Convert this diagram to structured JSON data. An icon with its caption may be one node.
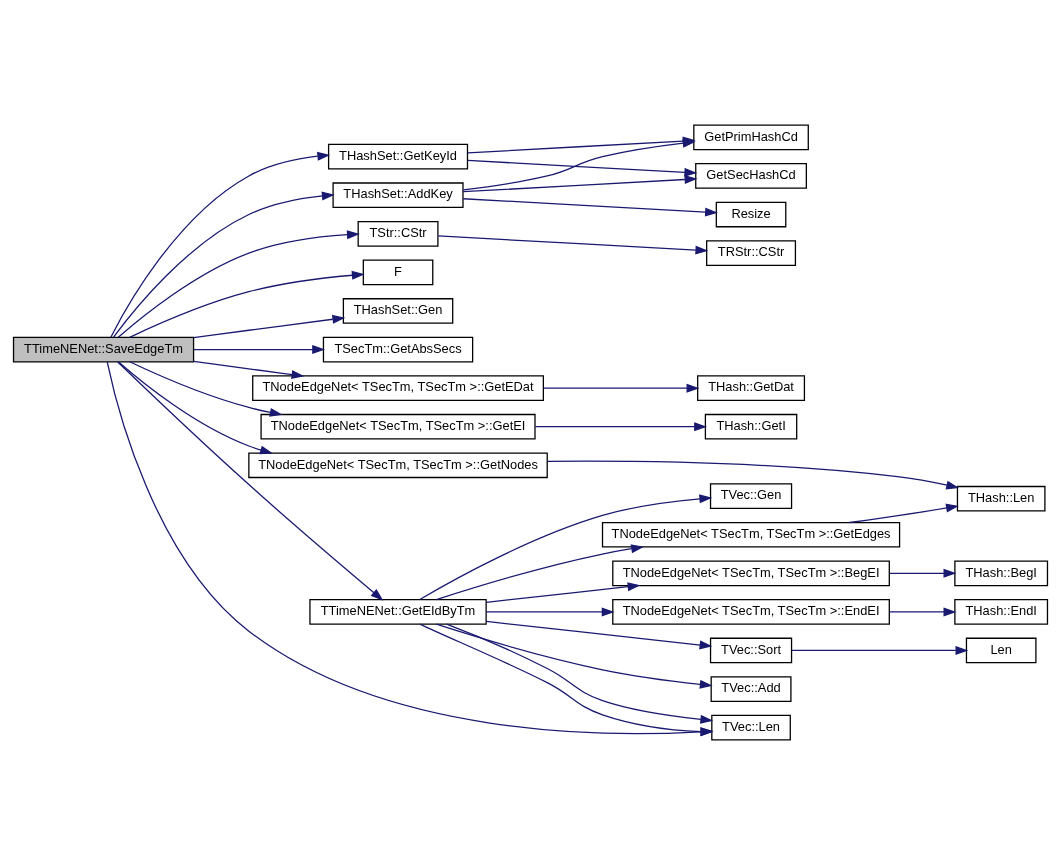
{
  "diagram": {
    "nodes": [
      {
        "text": [
          "TTimeNENet::SaveEdgeTm"
        ]
      },
      {
        "text": [
          "THashSet::GetKeyId"
        ]
      },
      {
        "text": [
          "THashSet::AddKey"
        ]
      },
      {
        "text": [
          "TStr::CStr"
        ]
      },
      {
        "text": [
          "F"
        ]
      },
      {
        "text": [
          "THashSet::Gen"
        ]
      },
      {
        "text": [
          "TSecTm::GetAbsSecs"
        ]
      },
      {
        "text": [
          "TNodeEdgeNet< TSecTm, TSecTm >::GetEDat"
        ]
      },
      {
        "text": [
          "TNodeEdgeNet< TSecTm, TSecTm >::GetEI"
        ]
      },
      {
        "text": [
          "TNodeEdgeNet< TSecTm, TSecTm >::GetNodes"
        ]
      },
      {
        "text": [
          "TTimeNENet::GetEIdByTm"
        ]
      },
      {
        "text": [
          "GetPrimHashCd"
        ]
      },
      {
        "text": [
          "GetSecHashCd"
        ]
      },
      {
        "text": [
          "Resize"
        ]
      },
      {
        "text": [
          "TRStr::CStr"
        ]
      },
      {
        "text": [
          "THash::GetDat"
        ]
      },
      {
        "text": [
          "THash::GetI"
        ]
      },
      {
        "text": [
          "THash::Len"
        ]
      },
      {
        "text": [
          "TVec::Add"
        ]
      },
      {
        "text": [
          "TNodeEdgeNet< TSecTm, TSecTm >::GetEdges"
        ]
      },
      {
        "text": [
          "TVec::Gen"
        ]
      },
      {
        "text": [
          "TNodeEdgeNet< TSecTm, TSecTm >::BegEI"
        ]
      },
      {
        "text": [
          "TNodeEdgeNet< TSecTm, TSecTm >::EndEI"
        ]
      },
      {
        "text": [
          "TVec::Sort"
        ]
      },
      {
        "text": [
          "TVec::Len"
        ]
      },
      {
        "text": [
          "THash::BegI"
        ]
      },
      {
        "text": [
          "THash::EndI"
        ]
      },
      {
        "text": [
          "Len"
        ]
      }
    ],
    "edges": [
      {
        "from": 0,
        "to": 1,
        "arrow": "to"
      },
      {
        "from": 0,
        "to": 2,
        "arrow": "to"
      },
      {
        "from": 0,
        "to": 3,
        "arrow": "to"
      },
      {
        "from": 0,
        "to": 4,
        "arrow": "to"
      },
      {
        "from": 0,
        "to": 5,
        "arrow": "to"
      },
      {
        "from": 0,
        "to": 6,
        "arrow": "to"
      },
      {
        "from": 0,
        "to": 7,
        "arrow": "to"
      },
      {
        "from": 0,
        "to": 8,
        "arrow": "to"
      },
      {
        "from": 0,
        "to": 9,
        "arrow": "to"
      },
      {
        "from": 0,
        "to": 10,
        "arrow": "to"
      },
      {
        "from": 0,
        "to": 24,
        "arrow": "to"
      },
      {
        "from": 1,
        "to": 11,
        "arrow": "to"
      },
      {
        "from": 1,
        "to": 12,
        "arrow": "to"
      },
      {
        "from": 2,
        "to": 11,
        "arrow": "to"
      },
      {
        "from": 2,
        "to": 12,
        "arrow": "to"
      },
      {
        "from": 2,
        "to": 13,
        "arrow": "to"
      },
      {
        "from": 3,
        "to": 14,
        "arrow": "to"
      },
      {
        "from": 7,
        "to": 15,
        "arrow": "to"
      },
      {
        "from": 8,
        "to": 16,
        "arrow": "to"
      },
      {
        "from": 9,
        "to": 17,
        "arrow": "to"
      },
      {
        "from": 10,
        "to": 18,
        "arrow": "to"
      },
      {
        "from": 10,
        "to": 19,
        "arrow": "to"
      },
      {
        "from": 10,
        "to": 20,
        "arrow": "to"
      },
      {
        "from": 10,
        "to": 21,
        "arrow": "to"
      },
      {
        "from": 10,
        "to": 22,
        "arrow": "to"
      },
      {
        "from": 10,
        "to": 23,
        "arrow": "to"
      },
      {
        "from": 10,
        "to": 24,
        "arrow": "to"
      },
      {
        "from": 10,
        "to": 24,
        "arrow": "to"
      },
      {
        "from": 19,
        "to": 17,
        "arrow": "to"
      },
      {
        "from": 21,
        "to": 25,
        "arrow": "to"
      },
      {
        "from": 22,
        "to": 26,
        "arrow": "to"
      },
      {
        "from": 23,
        "to": 27,
        "arrow": "to"
      }
    ]
  }
}
